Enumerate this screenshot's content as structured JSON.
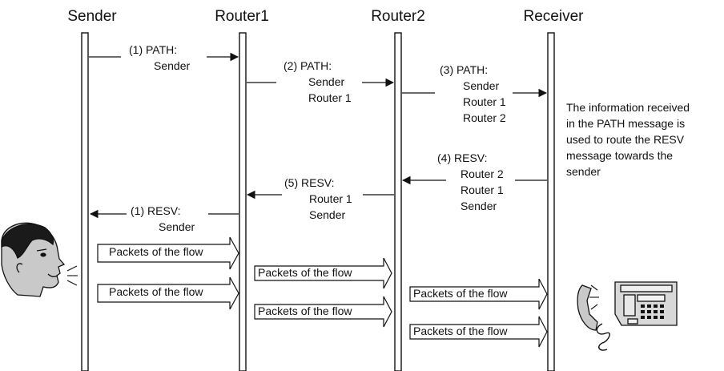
{
  "columns": [
    "Sender",
    "Router1",
    "Router2",
    "Receiver"
  ],
  "path_messages": [
    {
      "label": "(1) PATH:",
      "lines": [
        "Sender"
      ]
    },
    {
      "label": "(2) PATH:",
      "lines": [
        "Sender",
        "Router 1"
      ]
    },
    {
      "label": "(3) PATH:",
      "lines": [
        "Sender",
        "Router 1",
        "Router 2"
      ]
    }
  ],
  "resv_messages": [
    {
      "label": "(4) RESV:",
      "lines": [
        "Router 2",
        "Router 1",
        "Sender"
      ]
    },
    {
      "label": "(5) RESV:",
      "lines": [
        "Router 1",
        "Sender"
      ]
    },
    {
      "label": "(1) RESV:",
      "lines": [
        "Sender"
      ]
    }
  ],
  "note": [
    "The information received",
    "in the PATH message is",
    "used to route the RESV",
    "message towards the",
    "sender"
  ],
  "packets": {
    "label": "Packets of the flow"
  }
}
